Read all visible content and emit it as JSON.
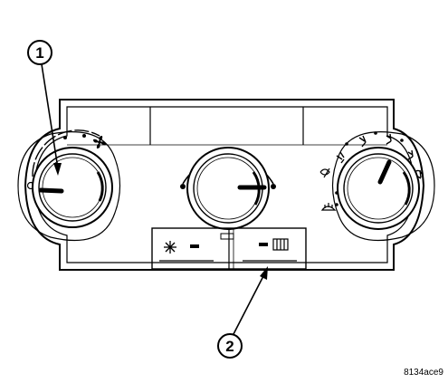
{
  "figure_id": "8134ace9",
  "callouts": [
    {
      "number": "1",
      "target": "blower-control-knob"
    },
    {
      "number": "2",
      "target": "rear-defrost-switch"
    }
  ],
  "controls": {
    "left_knob": "blower-control",
    "center_knob": "temperature-control",
    "right_knob": "mode-control",
    "switches": [
      "ac-switch",
      "rear-defrost-switch"
    ]
  },
  "colors": {
    "line": "#000000",
    "background": "#ffffff"
  }
}
